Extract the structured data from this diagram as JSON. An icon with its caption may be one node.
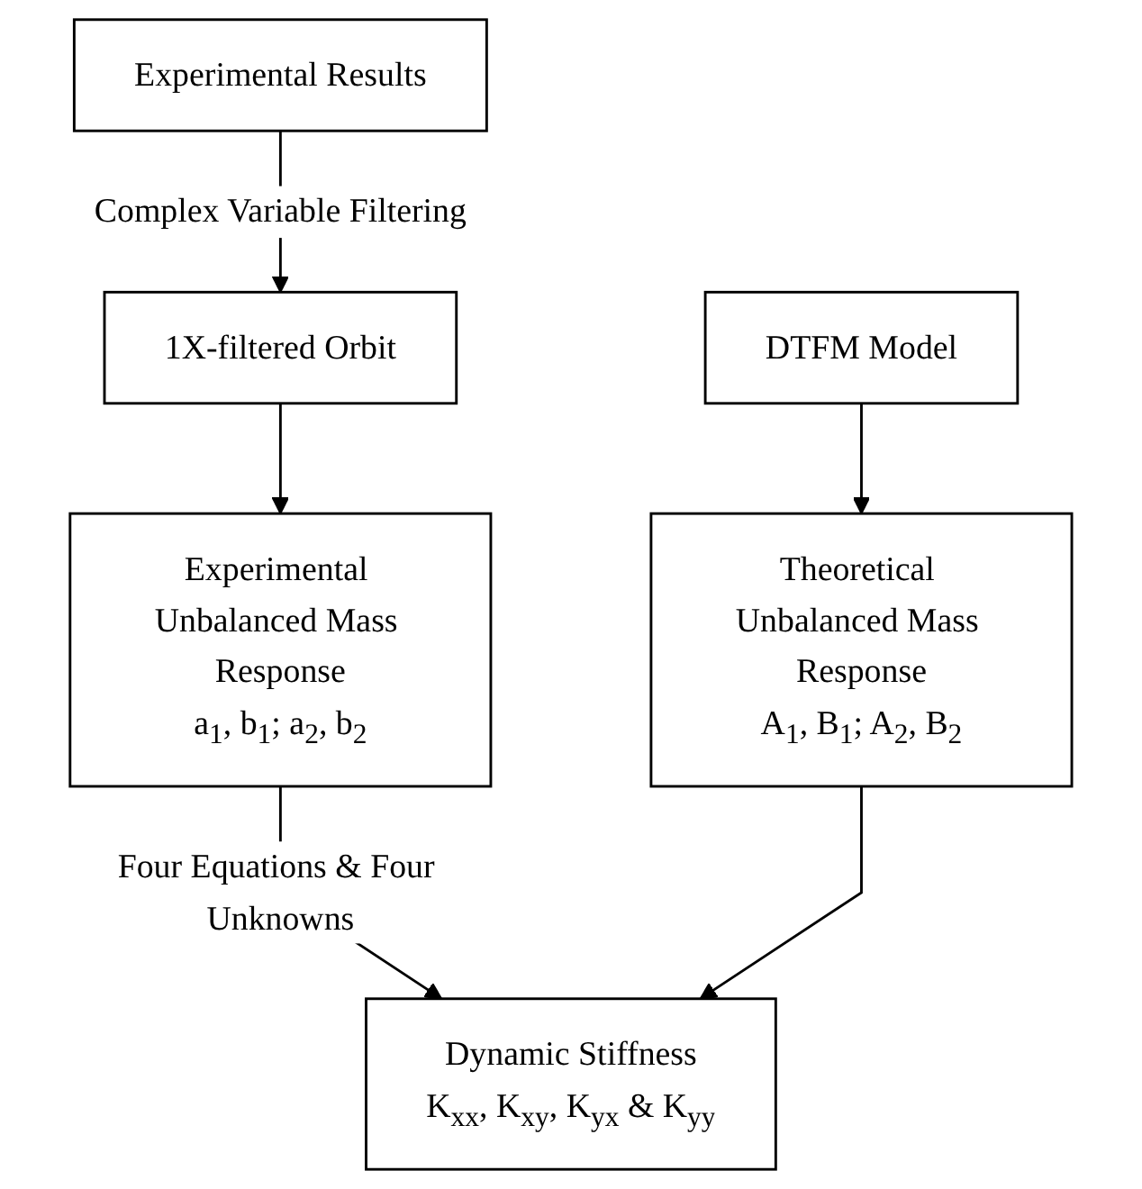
{
  "diagram": {
    "nodes": [
      {
        "text": [
          "Experimental Results"
        ]
      },
      {
        "text": [
          "1X-filtered Orbit"
        ]
      },
      {
        "text": [
          "DTFM Model"
        ]
      },
      {
        "text": [
          "Experimental Unbalanced Mass Response",
          "a$_{1}$, b$_{1}$; a$_{2}$, b$_{2}$"
        ]
      },
      {
        "text": [
          "Theoretical Unbalanced Mass Response",
          "A$_{1}$, B$_{1}$; A$_{2}$, B$_{2}$"
        ]
      },
      {
        "text": [
          "Dynamic Stiffness",
          "K$_{xx}$, K$_{xy}$, K$_{yx}$ & K$_{yy}$"
        ]
      }
    ],
    "edges": [
      {
        "from": 0,
        "to": 1,
        "arrow": "to",
        "label": "Complex Variable Filtering"
      },
      {
        "from": 1,
        "to": 3,
        "arrow": "to"
      },
      {
        "from": 2,
        "to": 4,
        "arrow": "to"
      },
      {
        "from": 3,
        "to": 5,
        "arrow": "to",
        "label": "Four Equations & Four Unknowns"
      },
      {
        "from": 4,
        "to": 5,
        "arrow": "to"
      }
    ]
  }
}
